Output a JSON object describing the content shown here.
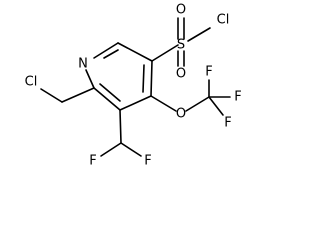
{
  "molecule": {
    "atom_labels": {
      "n": "N",
      "cl_chloromethyl": "Cl",
      "s": "S",
      "o_sulfonyl_top": "O",
      "o_sulfonyl_bottom": "O",
      "cl_sulfonyl": "Cl",
      "o_ether": "O",
      "f_cf3_top": "F",
      "f_cf3_right": "F",
      "f_cf3_bottom": "F",
      "f_chf2_left": "F",
      "f_chf2_right": "F"
    }
  }
}
